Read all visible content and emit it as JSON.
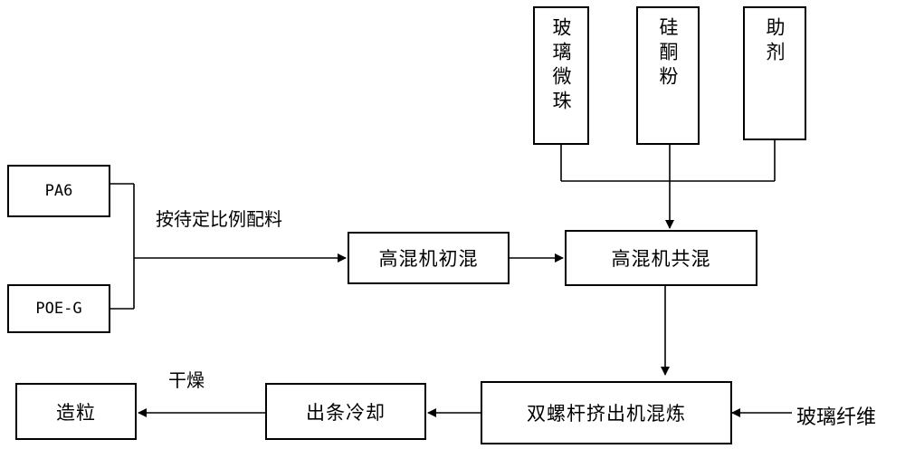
{
  "inputs": {
    "pa6": "PA6",
    "poe": "POE-G",
    "glass_beads": "玻璃微珠",
    "silicone_powder": "硅酮粉",
    "additive": "助剂",
    "glass_fiber": "玻璃纤维"
  },
  "steps": {
    "initial_mix": "高混机初混",
    "co_mix": "高混机共混",
    "extrusion": "双螺杆挤出机混炼",
    "cooling": "出条冷却",
    "pelletizing": "造粒"
  },
  "labels": {
    "proportion": "按待定比例配料",
    "drying": "干燥"
  }
}
